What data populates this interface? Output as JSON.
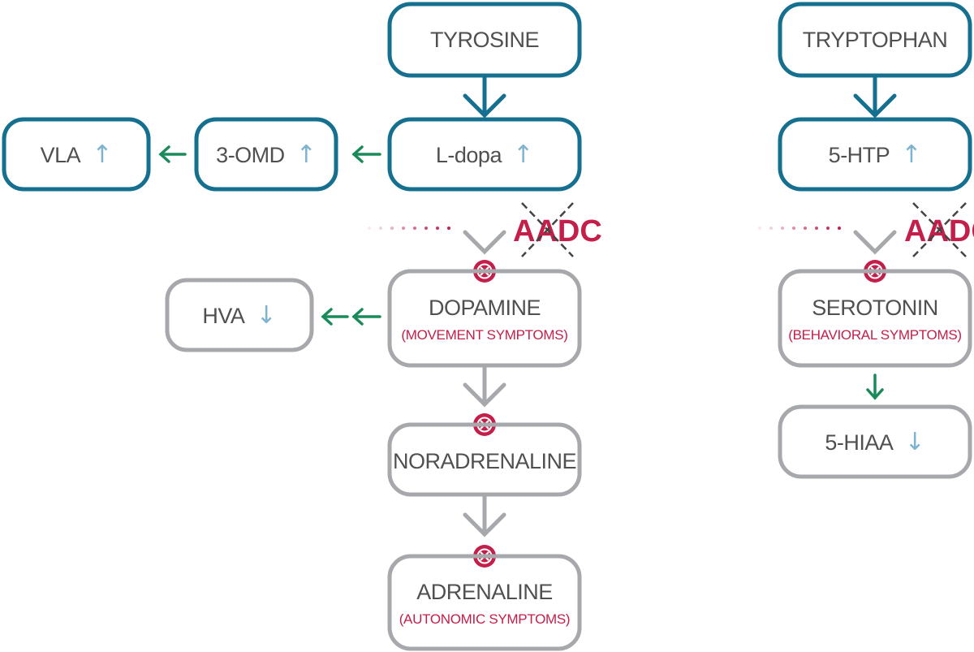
{
  "nodes": {
    "tyrosine": {
      "label": "TYROSINE"
    },
    "tryptophan": {
      "label": "TRYPTOPHAN"
    },
    "vla": {
      "label": "VLA",
      "trend": "↑"
    },
    "omd": {
      "label": "3-OMD",
      "trend": "↑"
    },
    "ldopa": {
      "label": "L-dopa",
      "trend": "↑"
    },
    "htp": {
      "label": "5-HTP",
      "trend": "↑"
    },
    "dopamine": {
      "label": "DOPAMINE",
      "note": "(MOVEMENT SYMPTOMS)"
    },
    "hva": {
      "label": "HVA",
      "trend": "↓"
    },
    "serotonin": {
      "label": "SEROTONIN",
      "note": "(BEHAVIORAL SYMPTOMS)"
    },
    "hiaa": {
      "label": "5-HIAA",
      "trend": "↓"
    },
    "noradrenaline": {
      "label": "NORADRENALINE"
    },
    "adrenaline": {
      "label": "ADRENALINE",
      "note": "(AUTONOMIC SYMPTOMS)"
    }
  },
  "enzymes": {
    "aadc_left": "AADC",
    "aadc_right": "AADC"
  },
  "colors": {
    "teal": "#15708f",
    "gray": "#a7a8ab",
    "green": "#1a8a5a",
    "red": "#c41e4a",
    "light_blue": "#7fb3cf",
    "text": "#505050"
  }
}
